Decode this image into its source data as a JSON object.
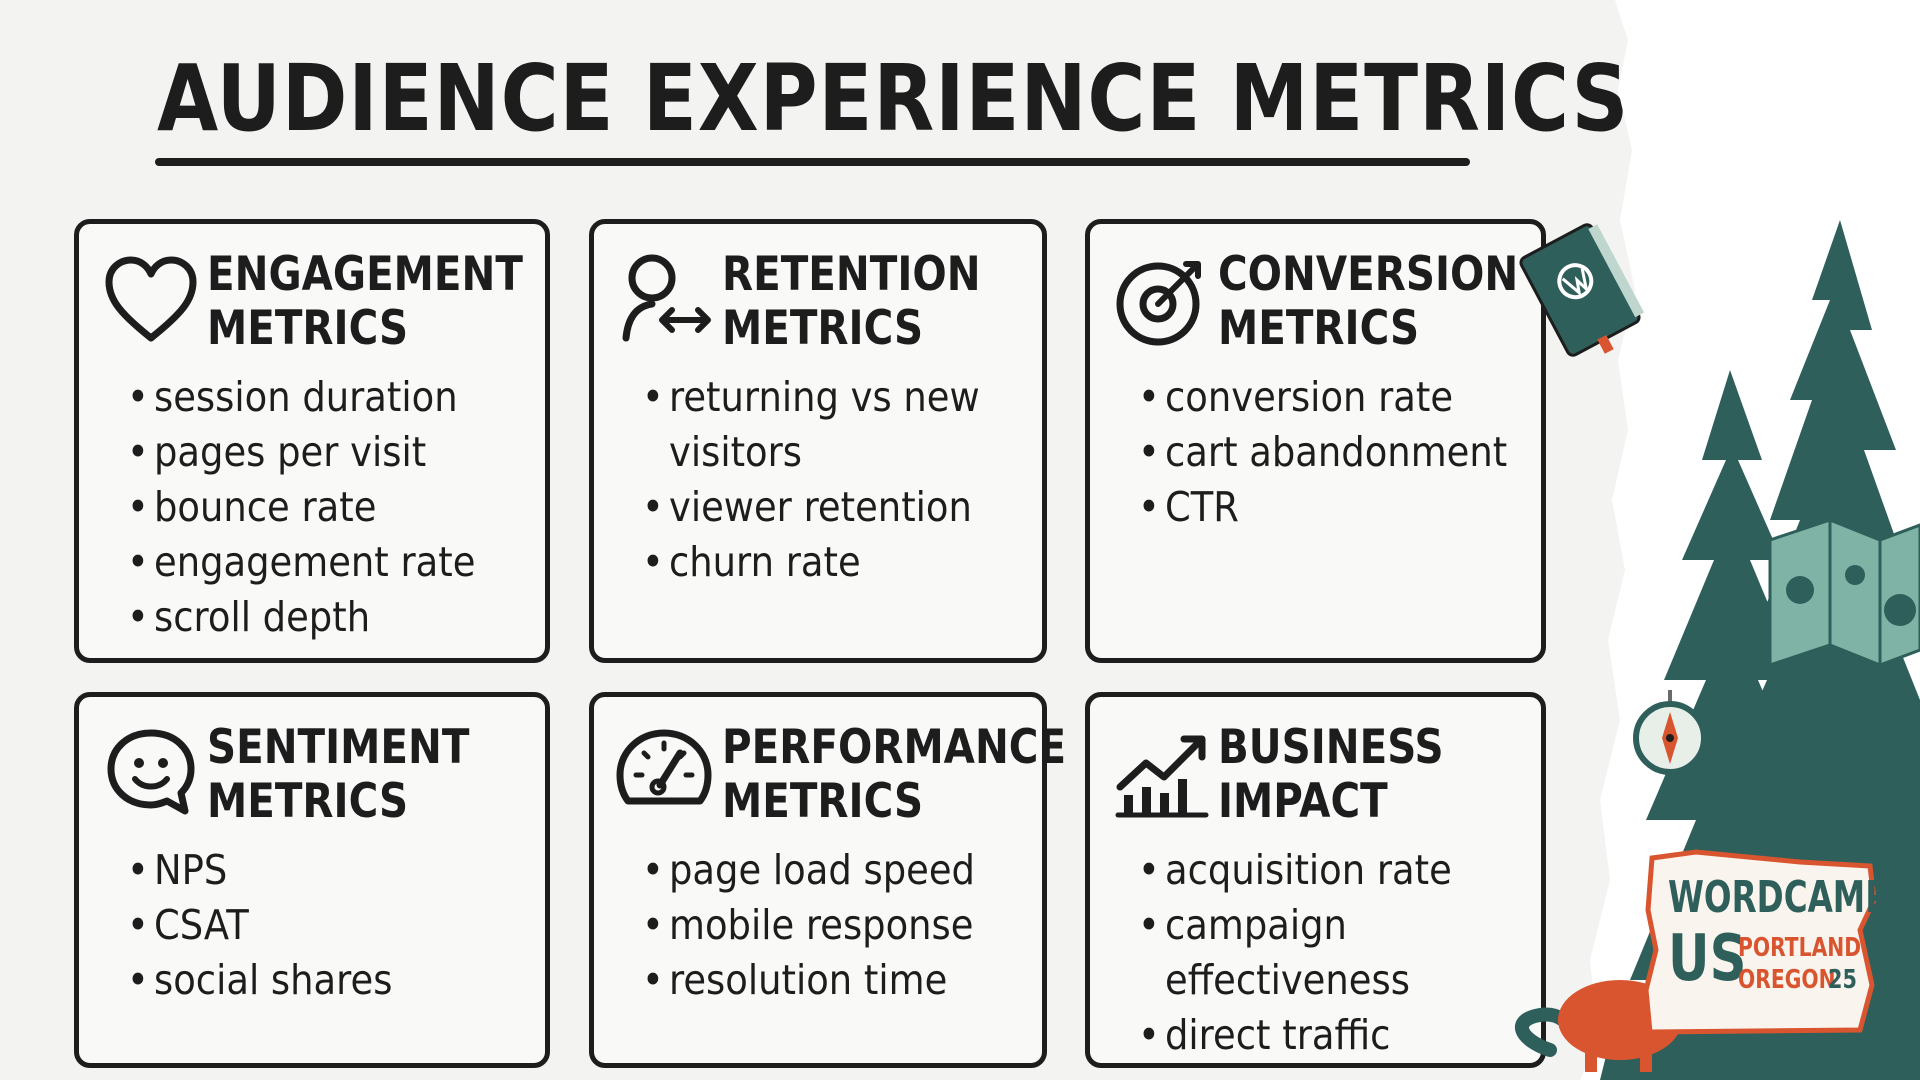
{
  "title": "AUDIENCE EXPERIENCE METRICS",
  "cards": [
    {
      "title_line1": "ENGAGEMENT",
      "title_line2": "METRICS",
      "icon": "heart-icon",
      "items": [
        "session duration",
        "pages per visit",
        "bounce rate",
        "engagement rate",
        "scroll depth"
      ]
    },
    {
      "title_line1": "RETENTION",
      "title_line2": "METRICS",
      "icon": "user-return-icon",
      "items": [
        "returning vs new",
        "visitors",
        "viewer retention",
        "churn rate"
      ]
    },
    {
      "title_line1": "CONVERSION",
      "title_line2": "METRICS",
      "icon": "target-icon",
      "items": [
        "conversion rate",
        "cart abandonment",
        "CTR"
      ]
    },
    {
      "title_line1": "SENTIMENT",
      "title_line2": "METRICS",
      "icon": "smiley-chat-icon",
      "items": [
        "NPS",
        "CSAT",
        "social shares"
      ]
    },
    {
      "title_line1": "PERFORMANCE",
      "title_line2": "METRICS",
      "icon": "speedometer-icon",
      "items": [
        "page load speed",
        "mobile response",
        "resolution time"
      ]
    },
    {
      "title_line1": "BUSINESS",
      "title_line2": "IMPACT",
      "icon": "growth-chart-icon",
      "items": [
        "acquisition rate",
        "campaign",
        "effectiveness",
        "direct traffic"
      ]
    }
  ],
  "badge": {
    "line1": "WORDCAMP",
    "line2": "US",
    "city": "PORTLAND",
    "state": "OREGON",
    "year": "25"
  },
  "colors": {
    "ink": "#1d1d1d",
    "forest": "#2f5f5b",
    "fox": "#d9552f",
    "paper": "#f3f3f1"
  }
}
